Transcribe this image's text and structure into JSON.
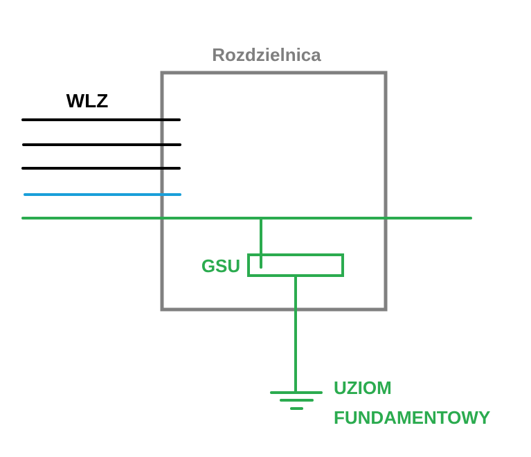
{
  "diagram": {
    "title": "Rozdzielnica",
    "labels": {
      "wlz": "WLZ",
      "gsu": "GSU",
      "earth_line1": "UZIOM",
      "earth_line2": "FUNDAMENTOWY"
    },
    "colors": {
      "enclosure": "#808080",
      "phase": "#000000",
      "neutral": "#1a9fd9",
      "protective": "#2bab4f",
      "title_text": "#7f7f7f",
      "wlz_text": "#000000",
      "green_text": "#2bab4f"
    },
    "conductors": [
      {
        "name": "phase-L1",
        "color_key": "phase"
      },
      {
        "name": "phase-L2",
        "color_key": "phase"
      },
      {
        "name": "phase-L3",
        "color_key": "phase"
      },
      {
        "name": "neutral-N",
        "color_key": "neutral"
      },
      {
        "name": "protective-PE",
        "color_key": "protective"
      }
    ]
  }
}
